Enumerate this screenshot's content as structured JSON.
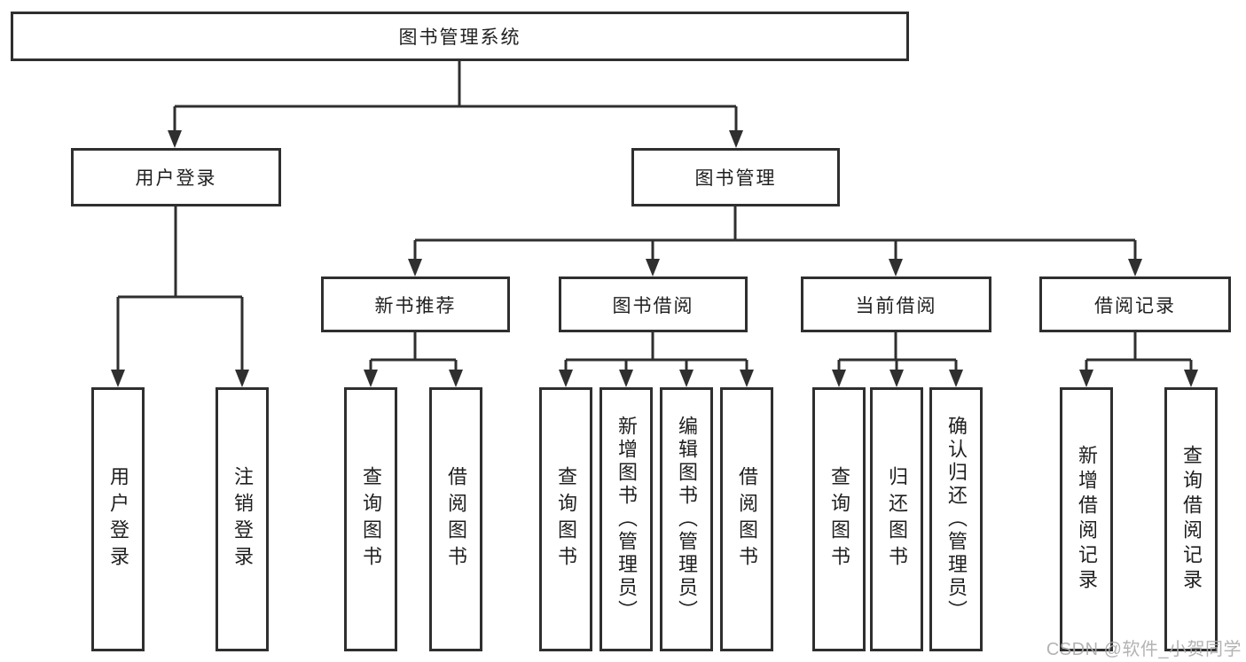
{
  "tree": {
    "label": "图书管理系统",
    "children": [
      {
        "label": "用户登录",
        "children": [
          {
            "label": "用户登录"
          },
          {
            "label": "注销登录"
          }
        ]
      },
      {
        "label": "图书管理",
        "children": [
          {
            "label": "新书推荐",
            "children": [
              {
                "label": "查询图书"
              },
              {
                "label": "借阅图书"
              }
            ]
          },
          {
            "label": "图书借阅",
            "children": [
              {
                "label": "查询图书"
              },
              {
                "label": "新增图书（管理员）"
              },
              {
                "label": "编辑图书（管理员）"
              },
              {
                "label": "借阅图书"
              }
            ]
          },
          {
            "label": "当前借阅",
            "children": [
              {
                "label": "查询图书"
              },
              {
                "label": "归还图书"
              },
              {
                "label": "确认归还（管理员）"
              }
            ]
          },
          {
            "label": "借阅记录",
            "children": [
              {
                "label": "新增借阅记录"
              },
              {
                "label": "查询借阅记录"
              }
            ]
          }
        ]
      }
    ]
  },
  "watermark": {
    "text": "CSDN @软件_小贺同学"
  },
  "colors": {
    "line": "#2f2f2f",
    "text": "#1f1f1f",
    "background": "#ffffff",
    "watermark": "#ababab"
  }
}
